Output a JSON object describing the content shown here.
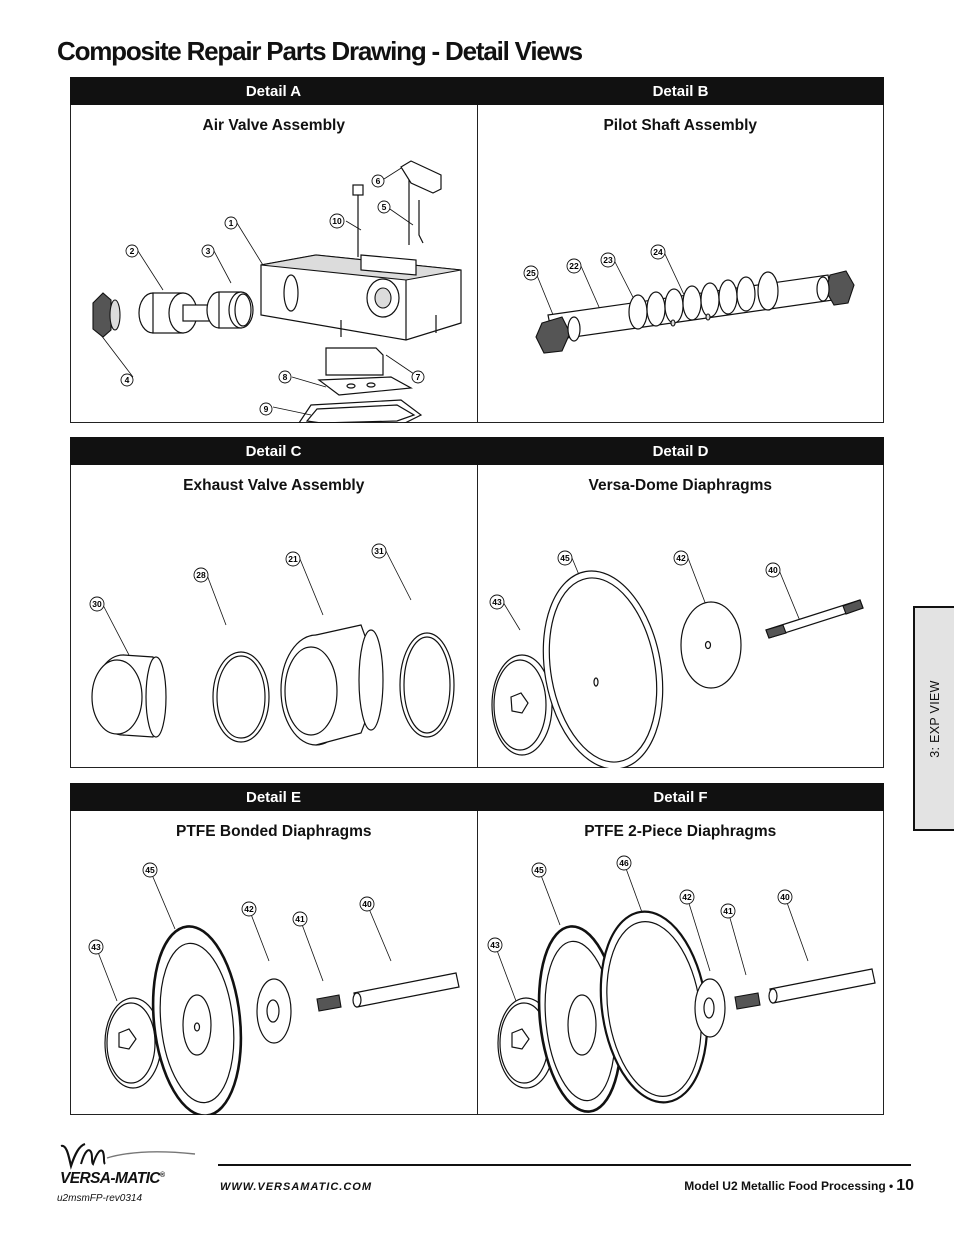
{
  "page": {
    "title": "Composite Repair Parts Drawing - Detail Views",
    "side_tab": "3: EXP VIEW"
  },
  "rows": [
    {
      "headers": [
        "Detail A",
        "Detail B"
      ],
      "panels": [
        {
          "title": "Air Valve Assembly",
          "callouts": [
            "1",
            "2",
            "3",
            "4",
            "5",
            "6",
            "7",
            "8",
            "9",
            "10"
          ]
        },
        {
          "title": "Pilot Shaft Assembly",
          "callouts": [
            "22",
            "23",
            "24",
            "25"
          ]
        }
      ]
    },
    {
      "headers": [
        "Detail C",
        "Detail D"
      ],
      "panels": [
        {
          "title": "Exhaust Valve Assembly",
          "callouts": [
            "21",
            "28",
            "30",
            "31"
          ]
        },
        {
          "title": "Versa-Dome Diaphragms",
          "callouts": [
            "40",
            "42",
            "43",
            "45"
          ]
        }
      ]
    },
    {
      "headers": [
        "Detail E",
        "Detail F"
      ],
      "panels": [
        {
          "title": "PTFE Bonded Diaphragms",
          "callouts": [
            "40",
            "41",
            "42",
            "43",
            "45"
          ]
        },
        {
          "title": "PTFE 2-Piece Diaphragms",
          "callouts": [
            "40",
            "41",
            "42",
            "43",
            "45",
            "46"
          ]
        }
      ]
    }
  ],
  "footer": {
    "brand": "VERSA-MATIC",
    "brand_mark": "®",
    "url": "WWW.VERSAMATIC.COM",
    "model_text": "Model U2 Metallic Food Processing •",
    "page_number": "10",
    "revision": "u2msmFP-rev0314"
  }
}
